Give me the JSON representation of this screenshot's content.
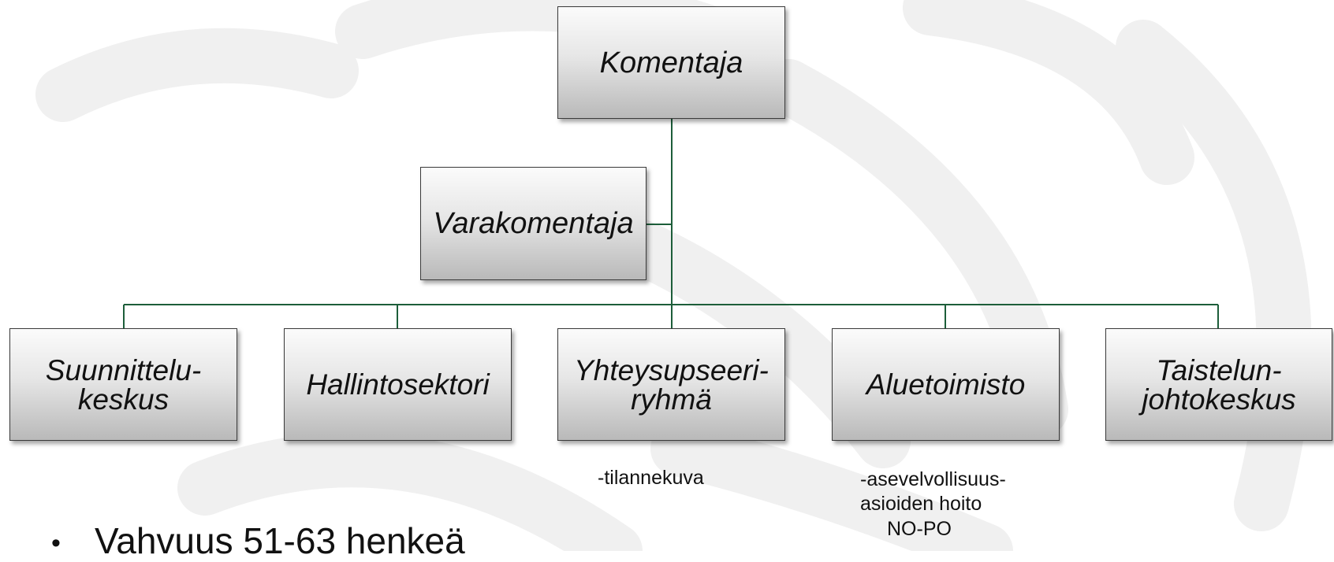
{
  "org_chart": {
    "root": {
      "label": "Komentaja"
    },
    "assistant": {
      "label": "Varakomentaja"
    },
    "departments": [
      {
        "id": "suunnittelukeskus",
        "label": "Suunnittelu-\nkeskus"
      },
      {
        "id": "hallintosektori",
        "label": "Hallintosektori"
      },
      {
        "id": "yhteysupseeriryhma",
        "label": "Yhteysupseeri-\nryhmä"
      },
      {
        "id": "aluetoimisto",
        "label": "Aluetoimisto"
      },
      {
        "id": "taistelunjohtokeskus",
        "label": "Taistelun-\njohtokeskus"
      }
    ],
    "notes": {
      "yhteysupseeriryhma": [
        "-tilannekuva"
      ],
      "aluetoimisto": [
        "-asevelvollisuus-",
        "asioiden hoito",
        "NO-PO"
      ]
    }
  },
  "bullet": {
    "symbol": "•",
    "text": "Vahvuus 51-63 henkeä"
  },
  "colors": {
    "connector": "#1d5e3a",
    "watermark": "#f0f0f0"
  }
}
